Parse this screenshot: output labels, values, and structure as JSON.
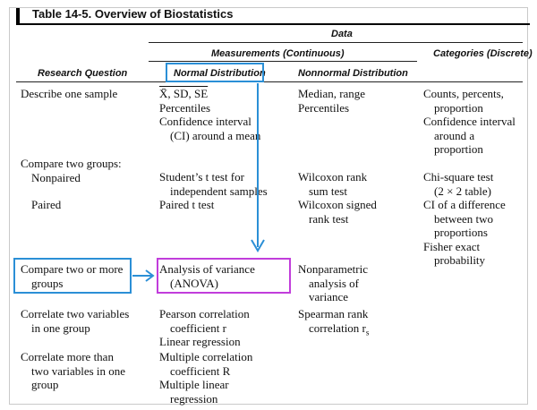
{
  "table": {
    "title": "Table 14-5.  Overview of Biostatistics",
    "header": {
      "data": "Data",
      "measurements": "Measurements (Continuous)",
      "categories": "Categories (Discrete)",
      "research_question": "Research Question",
      "normal": "Normal Distribution",
      "nonnormal": "Nonnormal Distribution"
    },
    "rows": [
      {
        "question": [
          "Describe one sample"
        ],
        "normal": [
          "X̄, SD, SE",
          "Percentiles",
          "Confidence interval",
          "(CI) around a mean"
        ],
        "nonnormal": [
          "Median, range",
          "Percentiles"
        ],
        "categories": [
          "Counts, percents,",
          "proportion",
          "Confidence interval",
          "around a",
          "proportion"
        ]
      },
      {
        "question": [
          "Compare two groups:",
          "Nonpaired"
        ],
        "normal": [
          "Student’s t test for",
          "independent samples"
        ],
        "nonnormal": [
          "Wilcoxon rank",
          "sum test"
        ],
        "categories": [
          "Chi-square test",
          "(2 × 2 table)"
        ]
      },
      {
        "question": [
          "Paired"
        ],
        "normal": [
          "Paired t test"
        ],
        "nonnormal": [
          "Wilcoxon signed",
          "rank test"
        ],
        "categories": [
          "CI of a difference",
          "between two",
          "proportions",
          "Fisher exact",
          "probability"
        ]
      },
      {
        "question": [
          "Compare two or more",
          "groups"
        ],
        "normal": [
          "Analysis of variance",
          "(ANOVA)"
        ],
        "nonnormal": [
          "Nonparametric",
          "analysis of",
          "variance"
        ],
        "categories": []
      },
      {
        "question": [
          "Correlate two variables",
          "in one group"
        ],
        "normal": [
          "Pearson correlation",
          "coefficient r",
          "Linear regression"
        ],
        "nonnormal": [
          "Spearman rank",
          "correlation r",
          "s"
        ],
        "categories": []
      },
      {
        "question": [
          "Correlate more than",
          "two variables in one",
          "group"
        ],
        "normal": [
          "Multiple correlation",
          "coefficient R",
          "Multiple linear",
          "regression"
        ],
        "nonnormal": [],
        "categories": []
      }
    ]
  },
  "annotations": {
    "highlight_color": "#2b8fd6",
    "anova_box_color": "#c13ddb"
  }
}
